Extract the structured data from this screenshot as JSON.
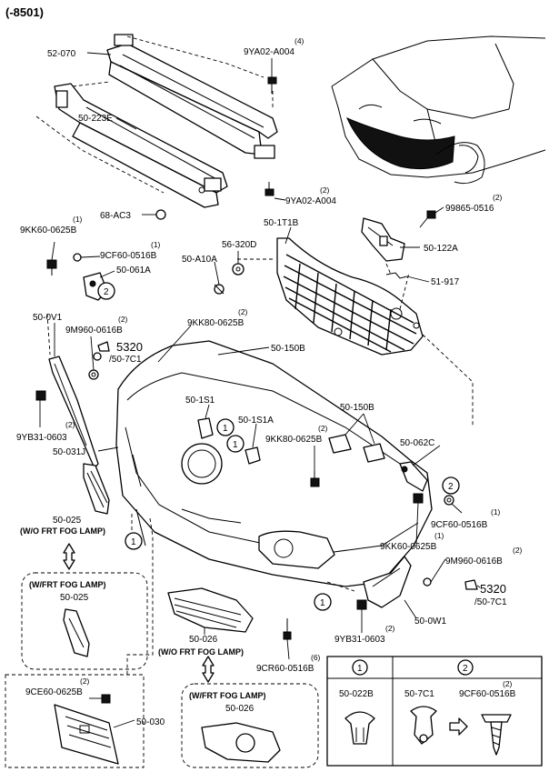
{
  "header": {
    "code": "(-8501)"
  },
  "labels": {
    "p52070": "52-070",
    "p9ya02_top": "9YA02-A004",
    "q9ya02_top": "(4)",
    "p50223e": "50-223E",
    "p68ac3": "68-AC3",
    "p9ya02_bot": "9YA02-A004",
    "q9ya02_bot": "(2)",
    "p99865": "99865-0516",
    "q99865": "(2)",
    "p501t1b": "50-1T1B",
    "p50122a": "50-122A",
    "p51917": "51-917",
    "p9kk60_tl": "9KK60-0625B",
    "q9kk60_tl": "(1)",
    "p9cf60_tl": "9CF60-0516B",
    "q9cf60_tl": "(1)",
    "p50061a": "50-061A",
    "p50a10a": "50-A10A",
    "p56320d": "56-320D",
    "p500v1": "50-0V1",
    "p9m960_l": "9M960-0616B",
    "q9m960_l": "(2)",
    "p9kk80_top": "9KK80-0625B",
    "q9kk80_top": "(2)",
    "p5320_l": "5320",
    "p507c1_l": "/50-7C1",
    "p50150b_top": "50-150B",
    "p501s1": "50-1S1",
    "p501s1a": "50-1S1A",
    "p50150b_mid": "50-150B",
    "p9kk80_mid": "9KK80-0625B",
    "q9kk80_mid": "(2)",
    "p9yb31_l": "9YB31-0603",
    "q9yb31_l": "(2)",
    "p50031j": "50-031J",
    "p50062c": "50-062C",
    "p50025": "50-025",
    "n50025": "(W/O FRT FOG LAMP)",
    "p9cf60_r": "9CF60-0516B",
    "q9cf60_r": "(1)",
    "p9kk60_r": "9KK60-0625B",
    "q9kk60_r": "(1)",
    "p9m960_r": "9M960-0616B",
    "q9m960_r": "(2)",
    "box_fog_top": "(W/FRT FOG LAMP)",
    "box_fog_part": "50-025",
    "p5320_r": "5320",
    "p507c1_r": "/50-7C1",
    "p500w1": "50-0W1",
    "p50026": "50-026",
    "n50026": "(W/O FRT FOG LAMP)",
    "p9yb31_r": "9YB31-0603",
    "q9yb31_r": "(2)",
    "p9cr60": "9CR60-0516B",
    "q9cr60": "(6)",
    "p9ce60": "9CE60-0625B",
    "q9ce60": "(2)",
    "p50030": "50-030",
    "box_fog_bot": "(W/FRT FOG LAMP)",
    "box_fog_bot_part": "50-026"
  },
  "callouts": {
    "one": "1",
    "two": "2"
  },
  "legend": {
    "col1_head": "1",
    "col2_head": "2",
    "col1_part": "50-022B",
    "col2_part_a": "50-7C1",
    "col2_part_b": "9CF60-0516B",
    "col2_qty_b": "(2)"
  },
  "icons": [
    "bolt-icon",
    "clip-icon",
    "double-arrow-icon",
    "arrow-icon",
    "car-front-icon"
  ]
}
